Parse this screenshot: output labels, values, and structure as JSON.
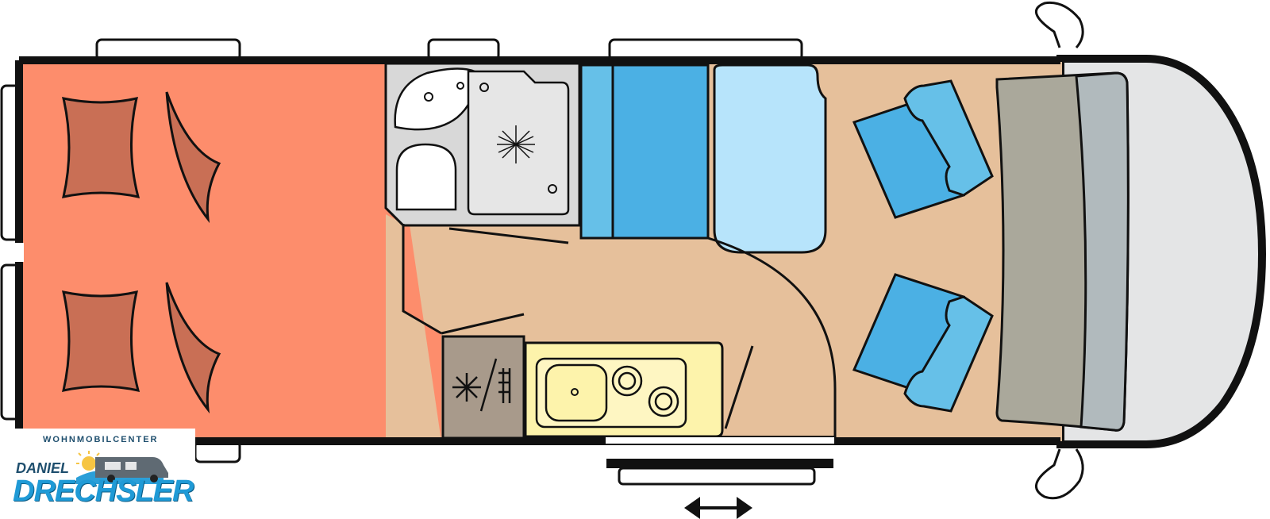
{
  "logo": {
    "top_text": "WOHNMOBILCENTER",
    "first_name": "DANIEL",
    "last_name": "DRECHSLER"
  },
  "colors": {
    "bedroom": "#fd8d6c",
    "pillow": "#c96f55",
    "floor": "#e6c09b",
    "bathroom": "#d8d8d8",
    "blue_dark": "#4bb0e4",
    "blue_light": "#66c0e8",
    "blue_pale": "#b7e4fb",
    "fridge": "#a89a8b",
    "kitchen": "#fdf3ab",
    "dashboard": "#aaa89b",
    "windshield": "#b1babd",
    "cab": "#e4e5e6",
    "outline": "#111111"
  },
  "icons": [
    "snowflake-icon",
    "double-arrow-icon",
    "shower-drain-icon",
    "sun-icon",
    "motorhome-icon"
  ]
}
